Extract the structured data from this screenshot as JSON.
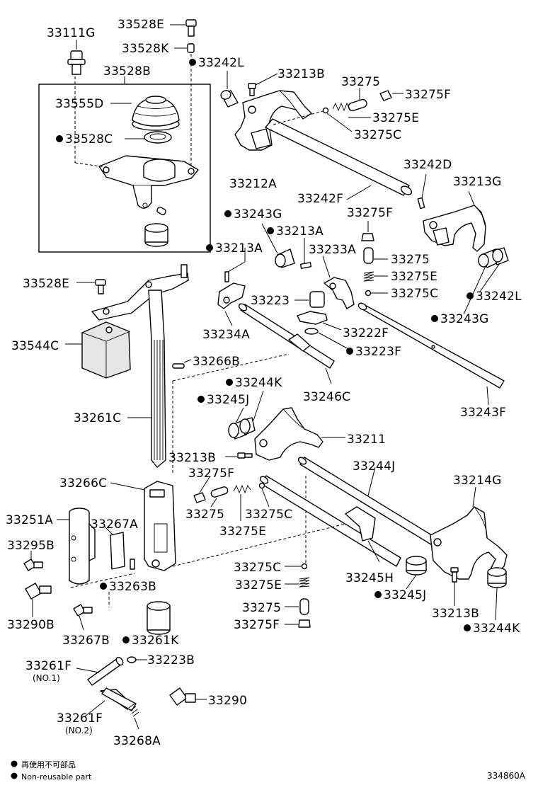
{
  "diagram": {
    "labels": [
      {
        "id": "33111G",
        "text": "33111G"
      },
      {
        "id": "33528E-top",
        "text": "33528E"
      },
      {
        "id": "33528K",
        "text": "33528K"
      },
      {
        "id": "33242L-top",
        "text": "33242L",
        "nonreusable": true
      },
      {
        "id": "33528B",
        "text": "33528B"
      },
      {
        "id": "33213B-top",
        "text": "33213B"
      },
      {
        "id": "33275-top",
        "text": "33275"
      },
      {
        "id": "33275F-top",
        "text": "33275F"
      },
      {
        "id": "33555D",
        "text": "33555D"
      },
      {
        "id": "33275E-top",
        "text": "33275E"
      },
      {
        "id": "33528C",
        "text": "33528C",
        "nonreusable": true
      },
      {
        "id": "33275C-top",
        "text": "33275C"
      },
      {
        "id": "33242D",
        "text": "33242D"
      },
      {
        "id": "33212A",
        "text": "33212A"
      },
      {
        "id": "33213G",
        "text": "33213G"
      },
      {
        "id": "33242F",
        "text": "33242F"
      },
      {
        "id": "33275F-mid",
        "text": "33275F"
      },
      {
        "id": "33243G-top",
        "text": "33243G",
        "nonreusable": true
      },
      {
        "id": "33213A-a",
        "text": "33213A",
        "nonreusable": true
      },
      {
        "id": "33213A-b",
        "text": "33213A",
        "nonreusable": true
      },
      {
        "id": "33233A",
        "text": "33233A"
      },
      {
        "id": "33275-mid",
        "text": "33275"
      },
      {
        "id": "33275E-mid",
        "text": "33275E"
      },
      {
        "id": "33528E-mid",
        "text": "33528E"
      },
      {
        "id": "33223",
        "text": "33223"
      },
      {
        "id": "33275C-mid",
        "text": "33275C"
      },
      {
        "id": "33242L-mid",
        "text": "33242L",
        "nonreusable": true
      },
      {
        "id": "33243G-mid",
        "text": "33243G",
        "nonreusable": true
      },
      {
        "id": "33222F",
        "text": "33222F"
      },
      {
        "id": "33234A",
        "text": "33234A"
      },
      {
        "id": "33544C",
        "text": "33544C"
      },
      {
        "id": "33223F",
        "text": "33223F",
        "nonreusable": true
      },
      {
        "id": "33266B",
        "text": "33266B"
      },
      {
        "id": "33244K-top",
        "text": "33244K",
        "nonreusable": true
      },
      {
        "id": "33246C",
        "text": "33246C"
      },
      {
        "id": "33245J-top",
        "text": "33245J",
        "nonreusable": true
      },
      {
        "id": "33243F",
        "text": "33243F"
      },
      {
        "id": "33261C",
        "text": "33261C"
      },
      {
        "id": "33211",
        "text": "33211"
      },
      {
        "id": "33213B-mid",
        "text": "33213B"
      },
      {
        "id": "33244J",
        "text": "33244J"
      },
      {
        "id": "33275F-low",
        "text": "33275F"
      },
      {
        "id": "33266C",
        "text": "33266C"
      },
      {
        "id": "33214G",
        "text": "33214G"
      },
      {
        "id": "33251A",
        "text": "33251A"
      },
      {
        "id": "33267A",
        "text": "33267A"
      },
      {
        "id": "33275-low",
        "text": "33275"
      },
      {
        "id": "33275C-low",
        "text": "33275C"
      },
      {
        "id": "33275E-low",
        "text": "33275E"
      },
      {
        "id": "33295B",
        "text": "33295B"
      },
      {
        "id": "33275C-bot",
        "text": "33275C"
      },
      {
        "id": "33245H",
        "text": "33245H"
      },
      {
        "id": "33263B",
        "text": "33263B",
        "nonreusable": true
      },
      {
        "id": "33275E-bot",
        "text": "33275E"
      },
      {
        "id": "33245J-bot",
        "text": "33245J",
        "nonreusable": true
      },
      {
        "id": "33275-bot",
        "text": "33275"
      },
      {
        "id": "33213B-bot",
        "text": "33213B"
      },
      {
        "id": "33290B",
        "text": "33290B"
      },
      {
        "id": "33275F-bot",
        "text": "33275F"
      },
      {
        "id": "33244K-bot",
        "text": "33244K",
        "nonreusable": true
      },
      {
        "id": "33267B",
        "text": "33267B"
      },
      {
        "id": "33261K",
        "text": "33261K",
        "nonreusable": true
      },
      {
        "id": "33261F-1",
        "text": "33261F"
      },
      {
        "id": "33223B",
        "text": "33223B"
      },
      {
        "id": "33290",
        "text": "33290"
      },
      {
        "id": "33261F-2",
        "text": "33261F"
      },
      {
        "id": "33268A",
        "text": "33268A"
      }
    ],
    "sublabels": {
      "no1": "(NO.1)",
      "no2": "(NO.2)"
    }
  },
  "legend": {
    "japanese": "再使用不可部品",
    "english": "Non-reusable part"
  },
  "drawing_code": "334860A"
}
